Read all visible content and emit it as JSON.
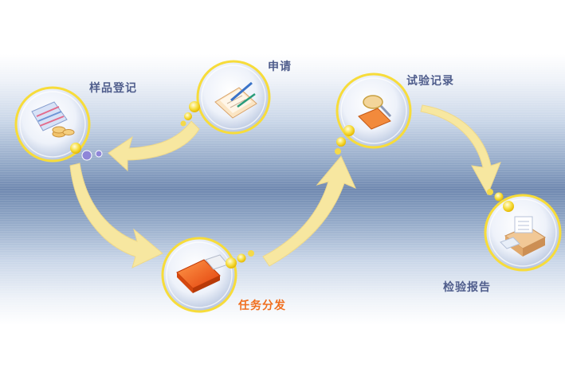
{
  "steps": [
    {
      "label": "申请"
    },
    {
      "label": "样品登记"
    },
    {
      "label": "任务分发"
    },
    {
      "label": "试验记录"
    },
    {
      "label": "检验报告"
    }
  ],
  "colors": {
    "arrow": "#f7e7a0",
    "ring": "#f7dc3a",
    "label_default": "#4f5d8c",
    "label_active": "#f06e1e"
  }
}
